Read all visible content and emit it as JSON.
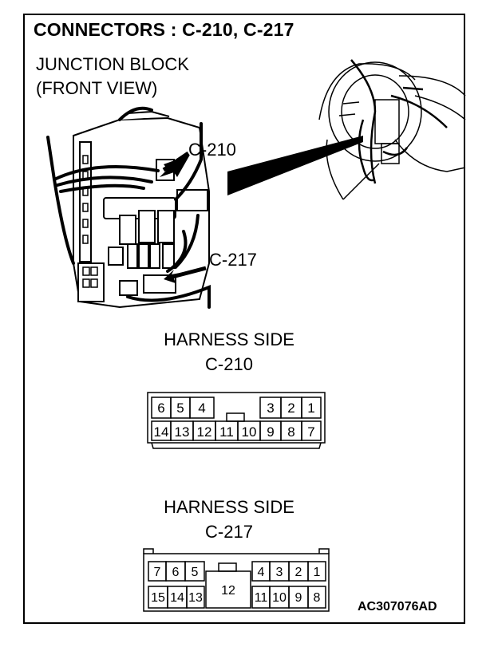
{
  "header": {
    "title": "CONNECTORS : C-210, C-217"
  },
  "view": {
    "line1": "JUNCTION BLOCK",
    "line2": "(FRONT VIEW)"
  },
  "callouts": {
    "c210": "C-210",
    "c217": "C-217"
  },
  "connector_c210": {
    "caption_line1": "HARNESS SIDE",
    "caption_line2": "C-210",
    "top_row": [
      "6",
      "5",
      "4",
      "3",
      "2",
      "1"
    ],
    "bottom_row": [
      "14",
      "13",
      "12",
      "11",
      "10",
      "9",
      "8",
      "7"
    ]
  },
  "connector_c217": {
    "caption_line1": "HARNESS SIDE",
    "caption_line2": "C-217",
    "top_row": [
      "7",
      "6",
      "5",
      "4",
      "3",
      "2",
      "1"
    ],
    "center_pin": "12",
    "bottom_row": [
      "15",
      "14",
      "13",
      "11",
      "10",
      "9",
      "8"
    ]
  },
  "figure_id": "AC307076AD"
}
